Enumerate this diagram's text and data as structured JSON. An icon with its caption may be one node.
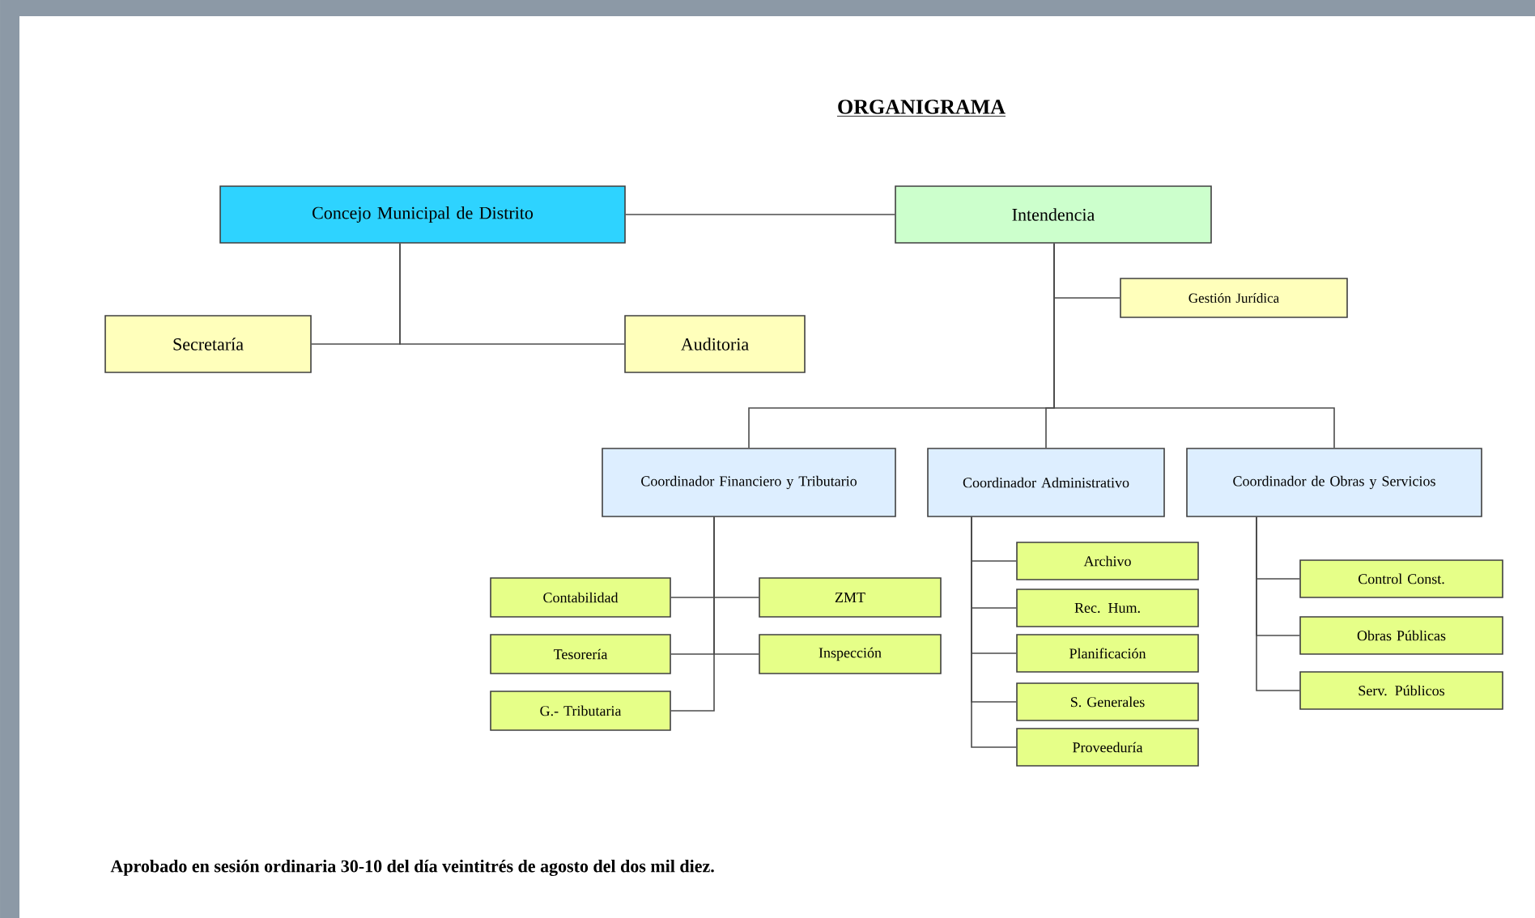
{
  "diagram": {
    "title": "ORGANIGRAMA",
    "caption": "Aprobado en sesión ordinaria 30-10 del día veintitrés de agosto del dos mil diez.",
    "nodes": [
      {
        "text": [
          "Concejo Municipal de Distrito"
        ]
      },
      {
        "text": [
          "Intendencia"
        ]
      },
      {
        "text": [
          "Secretaría"
        ]
      },
      {
        "text": [
          "Auditoria"
        ]
      },
      {
        "text": [
          "Gestión Jurídica"
        ]
      },
      {
        "text": [
          "Coordinador Financiero y Tributario"
        ]
      },
      {
        "text": [
          "Coordinador Administrativo"
        ]
      },
      {
        "text": [
          "Coordinador de Obras y Servicios"
        ]
      },
      {
        "text": [
          "Contabilidad"
        ]
      },
      {
        "text": [
          "ZMT"
        ]
      },
      {
        "text": [
          "Tesorería"
        ]
      },
      {
        "text": [
          "Inspección"
        ]
      },
      {
        "text": [
          "G.- Tributaria"
        ]
      },
      {
        "text": [
          "Archivo"
        ]
      },
      {
        "text": [
          "Rec. Hum."
        ]
      },
      {
        "text": [
          "Planificación"
        ]
      },
      {
        "text": [
          "S. Generales"
        ]
      },
      {
        "text": [
          "Proveeduría"
        ]
      },
      {
        "text": [
          "Control Const."
        ]
      },
      {
        "text": [
          "Obras Públicas"
        ]
      },
      {
        "text": [
          "Serv. Públicos"
        ]
      }
    ],
    "edges": [
      {
        "from": 0,
        "to": 1,
        "arrow": "none"
      },
      {
        "from": 0,
        "to": 2,
        "arrow": "none"
      },
      {
        "from": 0,
        "to": 3,
        "arrow": "none"
      },
      {
        "from": 1,
        "to": 4,
        "arrow": "none"
      },
      {
        "from": 1,
        "to": 5,
        "arrow": "none"
      },
      {
        "from": 1,
        "to": 6,
        "arrow": "none"
      },
      {
        "from": 1,
        "to": 7,
        "arrow": "none"
      },
      {
        "from": 5,
        "to": 8,
        "arrow": "none"
      },
      {
        "from": 5,
        "to": 9,
        "arrow": "none"
      },
      {
        "from": 5,
        "to": 10,
        "arrow": "none"
      },
      {
        "from": 5,
        "to": 11,
        "arrow": "none"
      },
      {
        "from": 5,
        "to": 12,
        "arrow": "none"
      },
      {
        "from": 6,
        "to": 13,
        "arrow": "none"
      },
      {
        "from": 6,
        "to": 14,
        "arrow": "none"
      },
      {
        "from": 6,
        "to": 15,
        "arrow": "none"
      },
      {
        "from": 6,
        "to": 16,
        "arrow": "none"
      },
      {
        "from": 6,
        "to": 17,
        "arrow": "none"
      },
      {
        "from": 7,
        "to": 18,
        "arrow": "none"
      },
      {
        "from": 7,
        "to": 19,
        "arrow": "none"
      },
      {
        "from": 7,
        "to": 20,
        "arrow": "none"
      }
    ]
  }
}
